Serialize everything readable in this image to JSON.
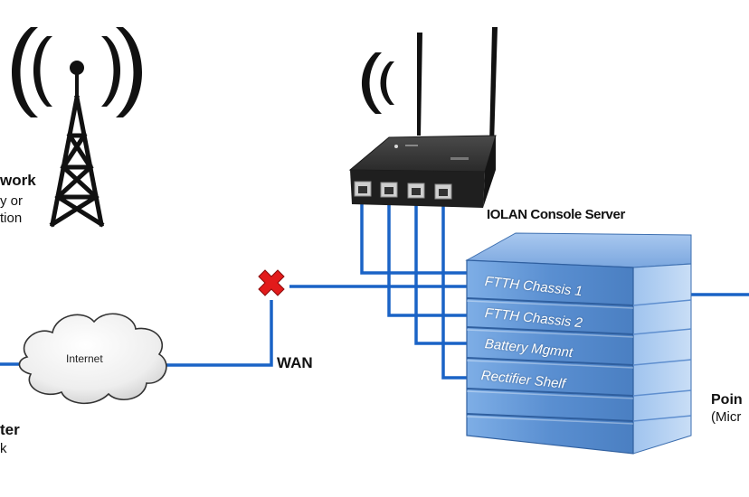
{
  "labels": {
    "network_partial_1": "work",
    "network_partial_2": "y or",
    "network_partial_3": "tion",
    "internet": "Internet",
    "wan": "WAN",
    "console_server": "IOLAN Console Server",
    "point_partial": "Poin",
    "point_sub_partial": "(Micr",
    "center_partial": "ter",
    "center_sub_partial": "k"
  },
  "chassis_labels": [
    "FTTH Chassis 1",
    "FTTH Chassis 2",
    "Battery Mgmnt",
    "Rectifier Shelf"
  ],
  "colors": {
    "link_line": "#1a63c6",
    "fail_marker": "#e21b1b",
    "rack_blue": "#5b8fd0",
    "device_body": "#2e2e2e"
  },
  "icons": [
    "cell-tower-icon",
    "wireless-signal-icon",
    "cloud-icon",
    "x-mark-icon",
    "router-icon",
    "server-rack-icon"
  ]
}
